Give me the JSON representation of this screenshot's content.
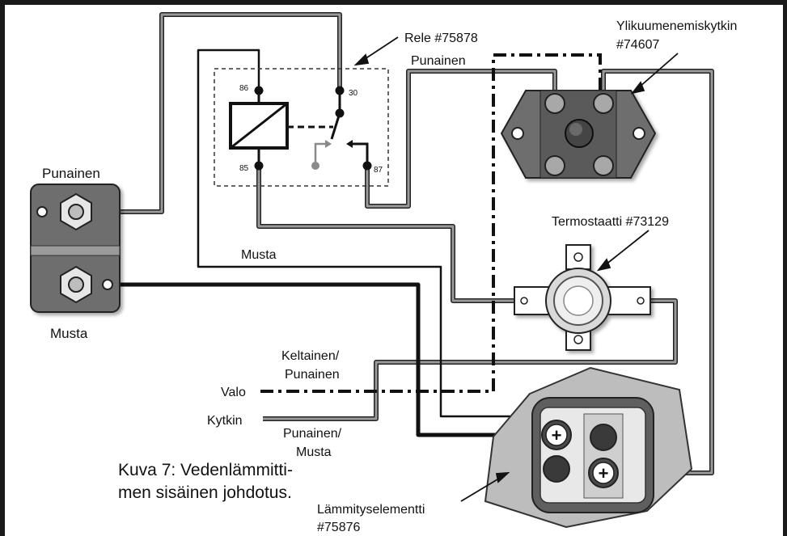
{
  "relay": {
    "label": "Rele #75878",
    "pin86": "86",
    "pin85": "85",
    "pin30": "30",
    "pin87": "87"
  },
  "overtemp_switch": {
    "line1": "Ylikuumenemiskytkin",
    "line2": "#74607"
  },
  "thermostat": {
    "label": "Termostaatti #73129"
  },
  "heating_element": {
    "line1": "Lämmityselementti",
    "line2": "#75876"
  },
  "terminal_block": {
    "top_label": "Punainen",
    "bottom_label": "Musta"
  },
  "wires": {
    "red_top": "Punainen",
    "black_mid": "Musta",
    "yellow_red_1": "Keltainen/",
    "yellow_red_2": "Punainen",
    "light": "Valo",
    "switch": "Kytkin",
    "red_black_1": "Punainen/",
    "red_black_2": "Musta"
  },
  "caption": {
    "line1": "Kuva 7: Vedenlämmitti-",
    "line2": "men sisäinen johdotus."
  },
  "colors": {
    "wire_gray": "#8a8a8a",
    "wire_black": "#111111",
    "component_gray": "#6f6f6f",
    "background": "#ffffff"
  }
}
